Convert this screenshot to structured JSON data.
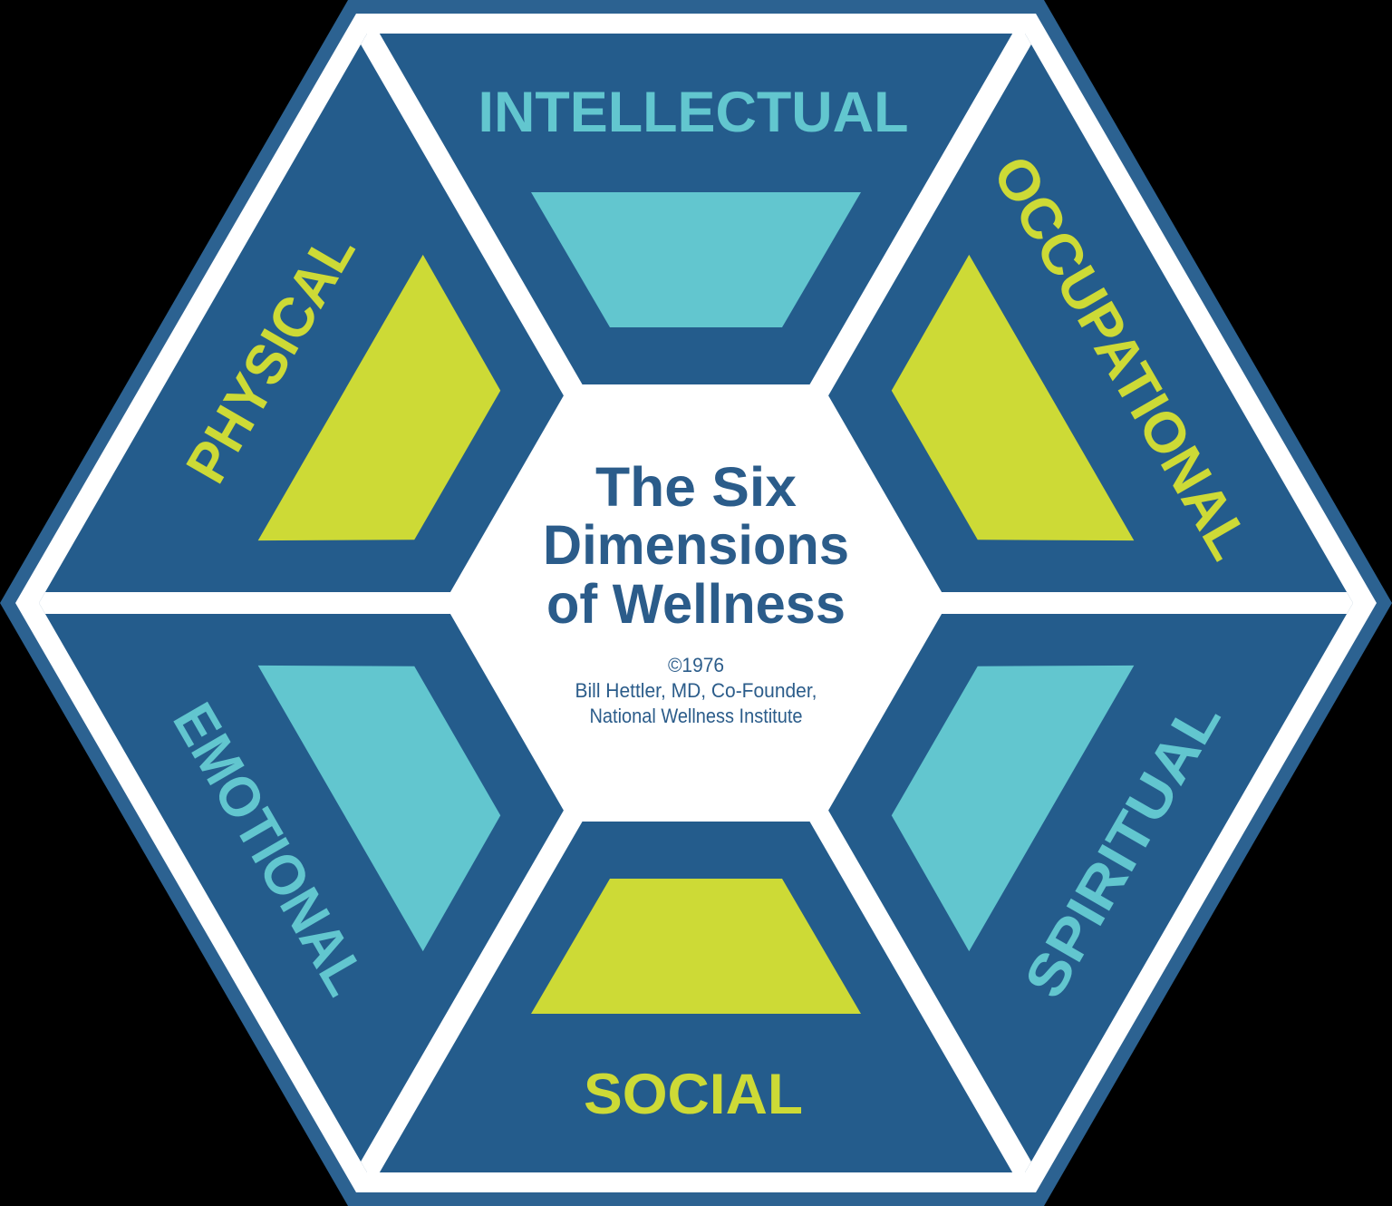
{
  "colors": {
    "background": "#000000",
    "border_blue": "#2C6291",
    "section_blue": "#245C8C",
    "white": "#FFFFFF",
    "teal": "#62C6CF",
    "yellow_green": "#CDDA36",
    "title_blue": "#2B5C8A"
  },
  "center": {
    "title_lines": [
      "The Six",
      "Dimensions",
      "of Wellness"
    ],
    "copyright_line1": "©1976",
    "copyright_line2": "Bill Hettler, MD, Co-Founder,",
    "copyright_line3": "National Wellness Institute"
  },
  "sections": [
    {
      "id": "intellectual",
      "label": "INTELLECTUAL",
      "position": "top",
      "color": "#62C6CF"
    },
    {
      "id": "occupational",
      "label": "OCCUPATIONAL",
      "position": "top-right",
      "color": "#CDDA36"
    },
    {
      "id": "spiritual",
      "label": "SPIRITUAL",
      "position": "bottom-right",
      "color": "#62C6CF"
    },
    {
      "id": "social",
      "label": "SOCIAL",
      "position": "bottom",
      "color": "#CDDA36"
    },
    {
      "id": "emotional",
      "label": "EMOTIONAL",
      "position": "bottom-left",
      "color": "#62C6CF"
    },
    {
      "id": "physical",
      "label": "PHYSICAL",
      "position": "top-left",
      "color": "#CDDA36"
    }
  ]
}
